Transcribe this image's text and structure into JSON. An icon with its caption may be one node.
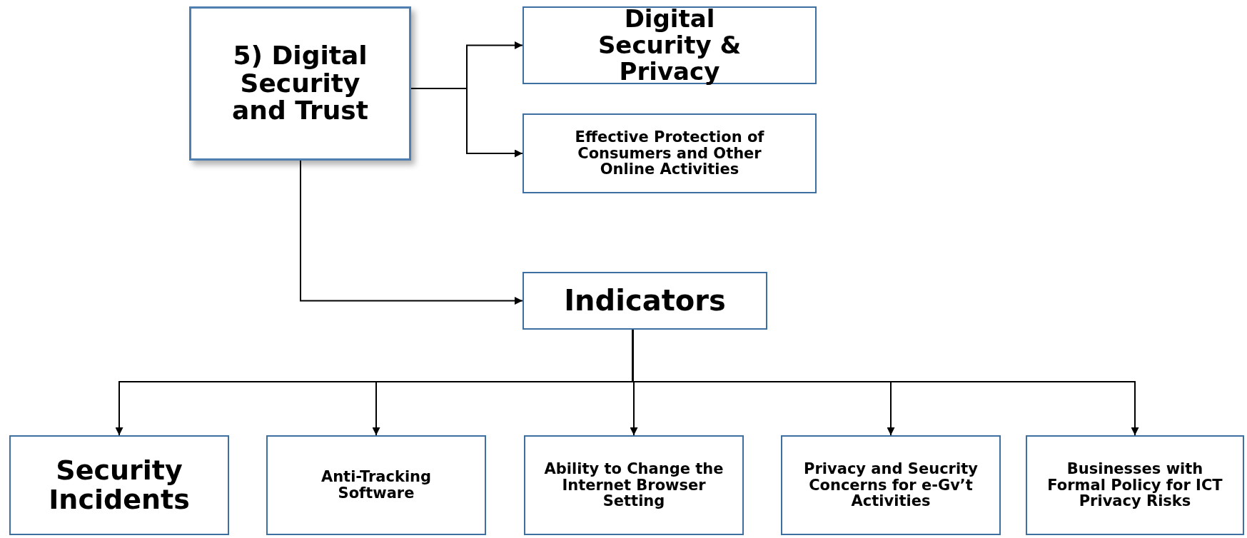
{
  "diagram": {
    "nodes": [
      {
        "text": [
          "5) Digital Security and Trust"
        ]
      },
      {
        "text": [
          "Digital Security & Privacy"
        ]
      },
      {
        "text": [
          "Effective Protection of Consumers and Other Online Activities"
        ]
      },
      {
        "text": [
          "Indicators"
        ]
      },
      {
        "text": [
          "Security Incidents"
        ]
      },
      {
        "text": [
          "Anti-Tracking Software"
        ]
      },
      {
        "text": [
          "Ability to Change the Internet Browser Setting"
        ]
      },
      {
        "text": [
          "Privacy and Seucrity Concerns for e-Gv’t Activities"
        ]
      },
      {
        "text": [
          "Businesses with Formal Policy for ICT Privacy Risks"
        ]
      }
    ],
    "edges": [
      {
        "from": 0,
        "to": 1,
        "arrow": "to"
      },
      {
        "from": 0,
        "to": 2,
        "arrow": "to"
      },
      {
        "from": 0,
        "to": 3,
        "arrow": "to"
      },
      {
        "from": 3,
        "to": 4,
        "arrow": "to"
      },
      {
        "from": 3,
        "to": 5,
        "arrow": "to"
      },
      {
        "from": 3,
        "to": 6,
        "arrow": "to"
      },
      {
        "from": 3,
        "to": 7,
        "arrow": "to"
      },
      {
        "from": 3,
        "to": 8,
        "arrow": "to"
      }
    ]
  }
}
